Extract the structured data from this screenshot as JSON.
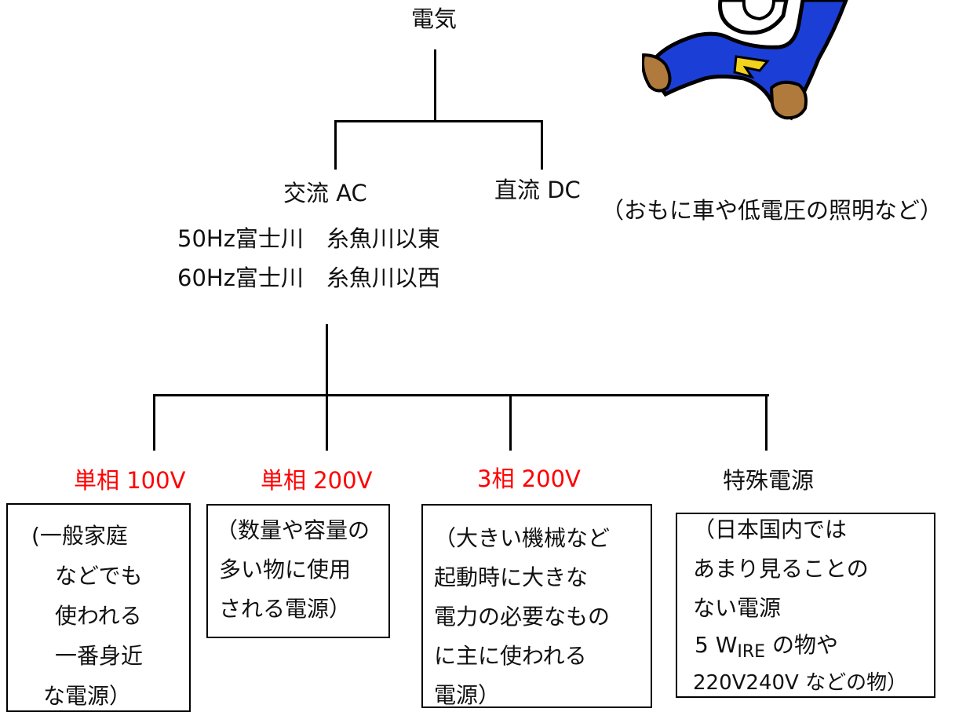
{
  "root": {
    "label": "電気"
  },
  "ac": {
    "label": "交流 AC",
    "freq_lines": [
      "50Hz富士川　糸魚川以東",
      "60Hz富士川　糸魚川以西"
    ]
  },
  "dc": {
    "label": "直流 DC",
    "note": "（おもに車や低電圧の照明など）"
  },
  "supplies": [
    {
      "label": "単相 100V",
      "color": "#ff0000",
      "desc": [
        "(一般家庭",
        "などでも",
        "使われる",
        "一番身近",
        "な電源）"
      ]
    },
    {
      "label": "単相 200V",
      "color": "#ff0000",
      "desc": [
        "（数量や容量の",
        "多い物に使用",
        "される電源）"
      ]
    },
    {
      "label": "3相 200V",
      "color": "#ff0000",
      "desc": [
        "（大きい機械など",
        "起動時に大きな",
        "電力の必要なもの",
        "に主に使われる",
        "電源）"
      ]
    },
    {
      "label": "特殊電源",
      "color": "#111111",
      "desc": [
        "（日本国内では",
        "あまり見ることの",
        "ない電源"
      ],
      "wire_prefix": " 5 W",
      "wire_sub": "IRE",
      "wire_suffix": " の物や",
      "last_line": "220V240V などの物）"
    }
  ],
  "colors": {
    "accent_red": "#ff0000",
    "mascot_blue": "#1b3fd6",
    "mascot_boot": "#b07a3c",
    "mascot_belt": "#f2d21b"
  }
}
